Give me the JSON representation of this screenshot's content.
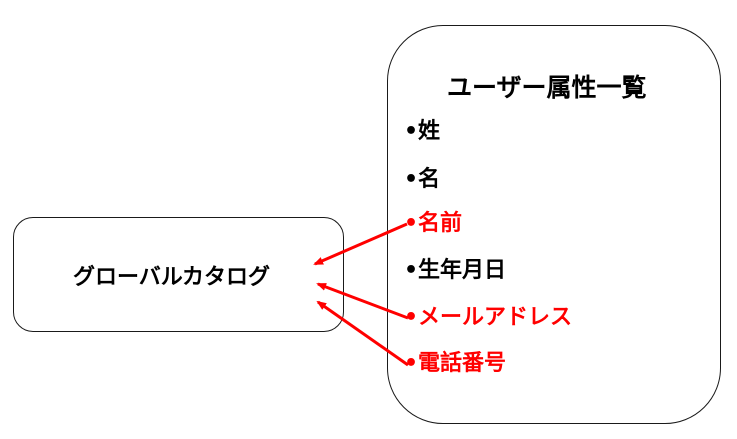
{
  "catalog": {
    "label": "グローバルカタログ"
  },
  "attributes": {
    "title": "ユーザー属性一覧",
    "bullet": "・",
    "items": [
      {
        "label": "姓",
        "color": "#000000",
        "linked": false
      },
      {
        "label": "名",
        "color": "#000000",
        "linked": false
      },
      {
        "label": "名前",
        "color": "#ff0000",
        "linked": true
      },
      {
        "label": "生年月日",
        "color": "#000000",
        "linked": false
      },
      {
        "label": "メールアドレス",
        "color": "#ff0000",
        "linked": true
      },
      {
        "label": "電話番号",
        "color": "#ff0000",
        "linked": true
      }
    ]
  },
  "colors": {
    "highlight": "#ff0000",
    "text": "#000000",
    "border": "#1a1a1a"
  },
  "arrows": [
    {
      "from_item": "名前",
      "to": "グローバルカタログ"
    },
    {
      "from_item": "メールアドレス",
      "to": "グローバルカタログ"
    },
    {
      "from_item": "電話番号",
      "to": "グローバルカタログ"
    }
  ]
}
